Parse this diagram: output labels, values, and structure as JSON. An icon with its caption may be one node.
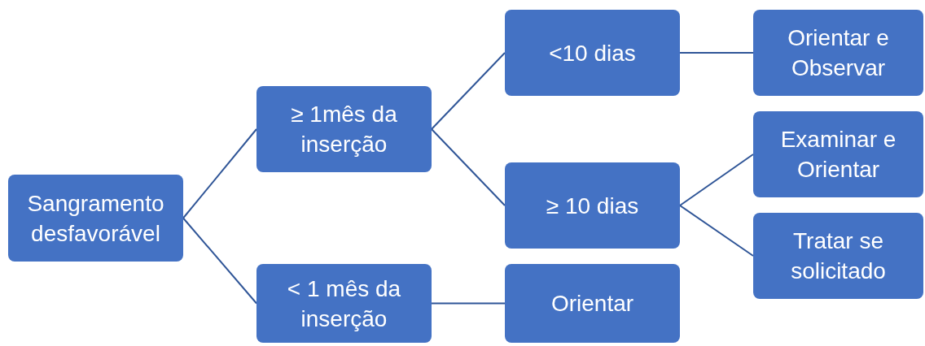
{
  "diagram": {
    "nodes": [
      {
        "text": [
          "Sangramento desfavorável"
        ]
      },
      {
        "text": [
          "≥ 1mês da inserção"
        ]
      },
      {
        "text": [
          "< 1 mês da inserção"
        ]
      },
      {
        "text": [
          "<10 dias"
        ]
      },
      {
        "text": [
          "≥ 10 dias"
        ]
      },
      {
        "text": [
          "Orientar"
        ]
      },
      {
        "text": [
          "Orientar e Observar"
        ]
      },
      {
        "text": [
          "Examinar e Orientar"
        ]
      },
      {
        "text": [
          "Tratar se solicitado"
        ]
      }
    ],
    "edges": [
      {
        "from": 0,
        "to": 1,
        "arrow": "none"
      },
      {
        "from": 0,
        "to": 2,
        "arrow": "none"
      },
      {
        "from": 1,
        "to": 3,
        "arrow": "none"
      },
      {
        "from": 1,
        "to": 4,
        "arrow": "none"
      },
      {
        "from": 3,
        "to": 6,
        "arrow": "none"
      },
      {
        "from": 4,
        "to": 7,
        "arrow": "none"
      },
      {
        "from": 4,
        "to": 8,
        "arrow": "none"
      },
      {
        "from": 2,
        "to": 5,
        "arrow": "none"
      }
    ]
  }
}
